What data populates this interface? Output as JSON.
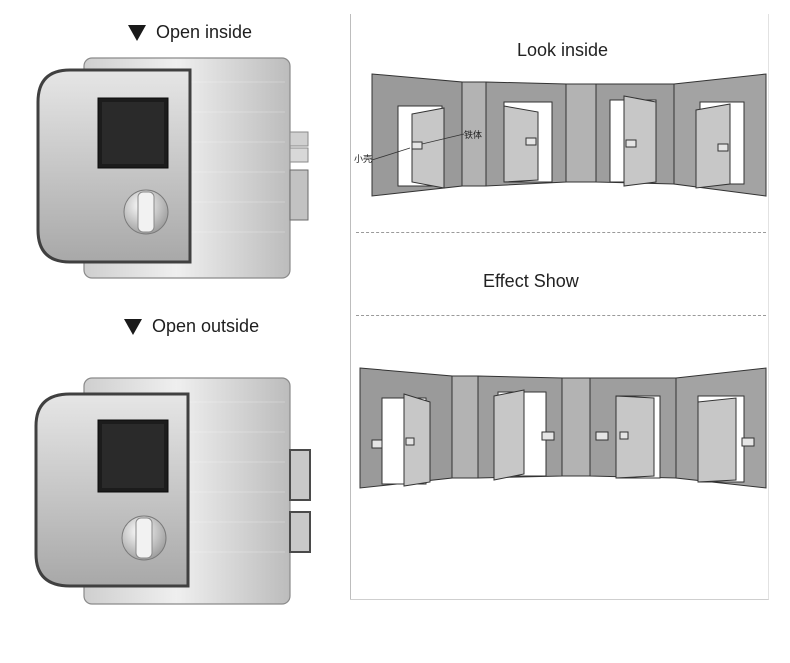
{
  "left": {
    "open_inside_label": "Open inside",
    "open_outside_label": "Open outside"
  },
  "right": {
    "look_inside_title": "Look inside",
    "effect_show_title": "Effect Show",
    "annotation_small_shell": "小壳",
    "annotation_iron_body": "铁体"
  },
  "icons": {
    "arrow": "down-triangle-icon"
  },
  "colors": {
    "steel_light": "#d8d8d8",
    "steel_dark": "#8e8e8e",
    "panel_gray": "#9a9a9a",
    "door_gray": "#c7c7c7",
    "wall_gray": "#a9a9a9"
  }
}
